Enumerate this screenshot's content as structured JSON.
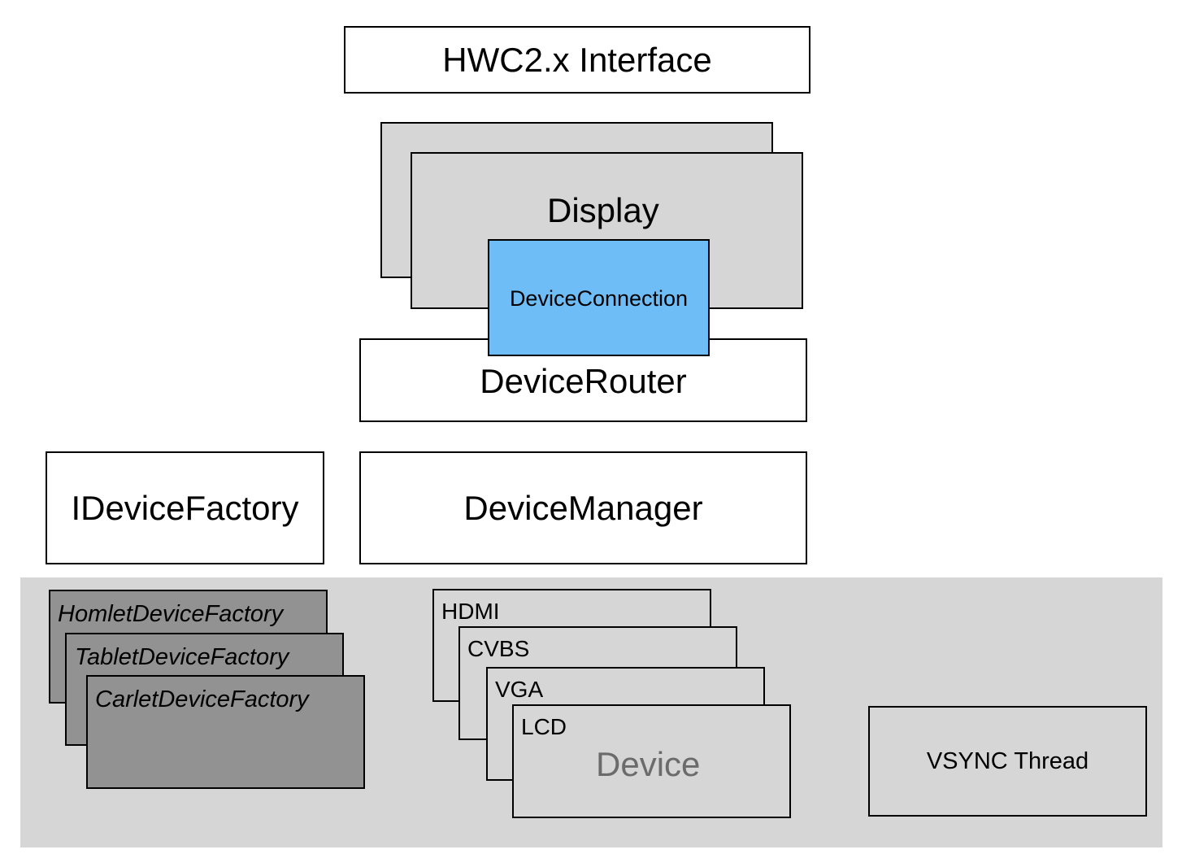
{
  "diagram": {
    "hwc_interface": "HWC2.x Interface",
    "display": "Display",
    "device_connection": "DeviceConnection",
    "device_router": "DeviceRouter",
    "idevice_factory": "IDeviceFactory",
    "device_manager": "DeviceManager",
    "factories": [
      "HomletDeviceFactory",
      "TabletDeviceFactory",
      "CarletDeviceFactory"
    ],
    "devices": [
      "HDMI",
      "CVBS",
      "VGA",
      "LCD"
    ],
    "device_group_label": "Device",
    "vsync_thread": "VSYNC Thread"
  },
  "colors": {
    "background": "#ffffff",
    "box_white": "#ffffff",
    "box_light_gray": "#d6d6d6",
    "box_dark_gray": "#929292",
    "device_connection_blue": "#6ebdf6",
    "border": "#000000",
    "device_label_gray": "#6b6b6b"
  }
}
